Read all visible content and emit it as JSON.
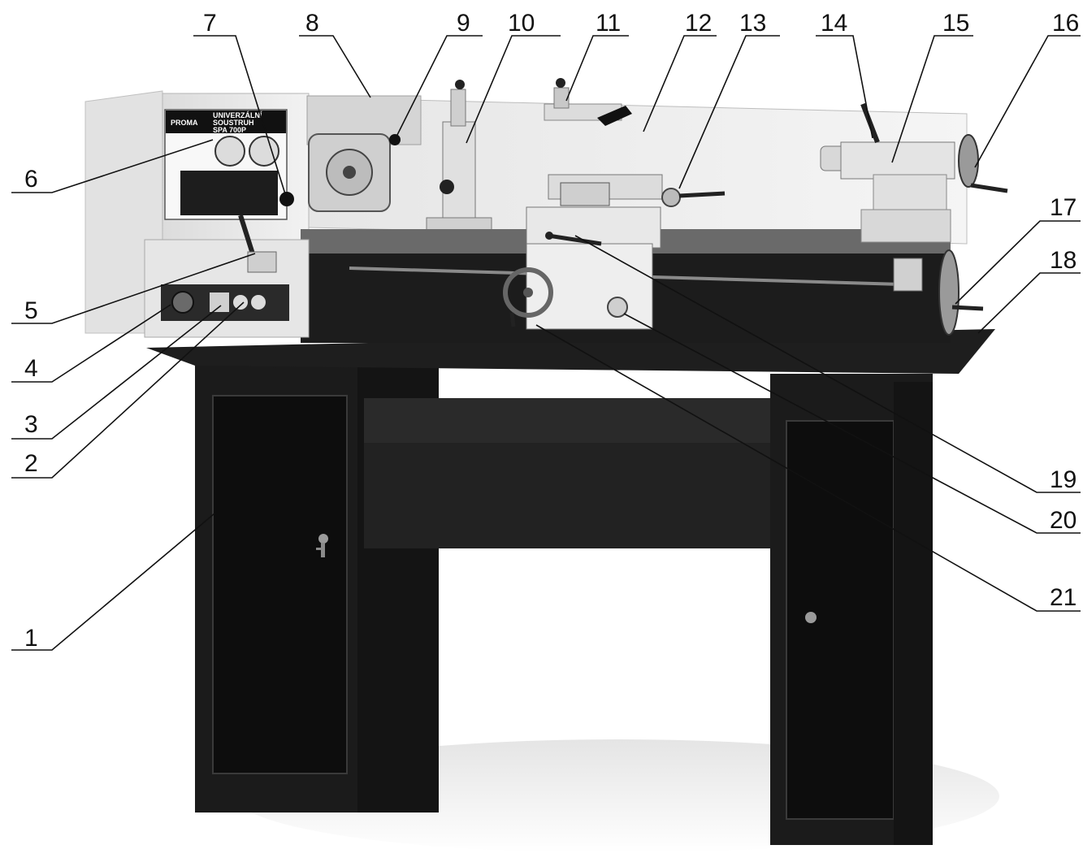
{
  "nameplate": {
    "brand": "PROMA",
    "line1": "UNIVERZÁLNÍ",
    "line2": "SOUSTRUH",
    "model": "SPA 700P"
  },
  "callouts": [
    {
      "id": 1,
      "label": "1"
    },
    {
      "id": 2,
      "label": "2"
    },
    {
      "id": 3,
      "label": "3"
    },
    {
      "id": 4,
      "label": "4"
    },
    {
      "id": 5,
      "label": "5"
    },
    {
      "id": 6,
      "label": "6"
    },
    {
      "id": 7,
      "label": "7"
    },
    {
      "id": 8,
      "label": "8"
    },
    {
      "id": 9,
      "label": "9"
    },
    {
      "id": 10,
      "label": "10"
    },
    {
      "id": 11,
      "label": "11"
    },
    {
      "id": 12,
      "label": "12"
    },
    {
      "id": 13,
      "label": "13"
    },
    {
      "id": 14,
      "label": "14"
    },
    {
      "id": 15,
      "label": "15"
    },
    {
      "id": 16,
      "label": "16"
    },
    {
      "id": 17,
      "label": "17"
    },
    {
      "id": 18,
      "label": "18"
    },
    {
      "id": 19,
      "label": "19"
    },
    {
      "id": 20,
      "label": "20"
    },
    {
      "id": 21,
      "label": "21"
    }
  ]
}
